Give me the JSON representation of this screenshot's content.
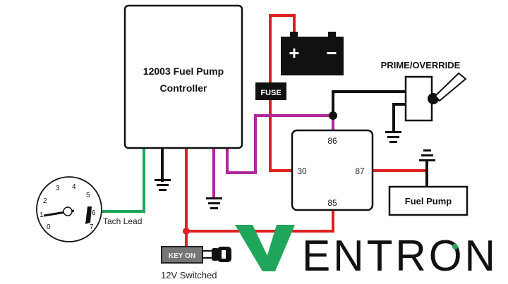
{
  "controller": {
    "line1": "12003 Fuel Pump",
    "line2": "Controller"
  },
  "fuse_label": "FUSE",
  "battery": {
    "plus": "+",
    "minus": "−"
  },
  "switch_label": "PRIME/OVERRIDE",
  "relay": {
    "pin86": "86",
    "pin30": "30",
    "pin87": "87",
    "pin85": "85"
  },
  "fuel_pump_label": "Fuel Pump",
  "tach_label": "Tach Lead",
  "tach_numbers": [
    "0",
    "1",
    "2",
    "3",
    "4",
    "5",
    "6",
    "7"
  ],
  "key_label": "KEY ON",
  "key_caption": "12V Switched",
  "logo_text": "VENTRON",
  "colors": {
    "red": "#e02020",
    "green": "#1fa65a",
    "magenta": "#b0289e",
    "black": "#111111",
    "key_gray": "#777777"
  }
}
